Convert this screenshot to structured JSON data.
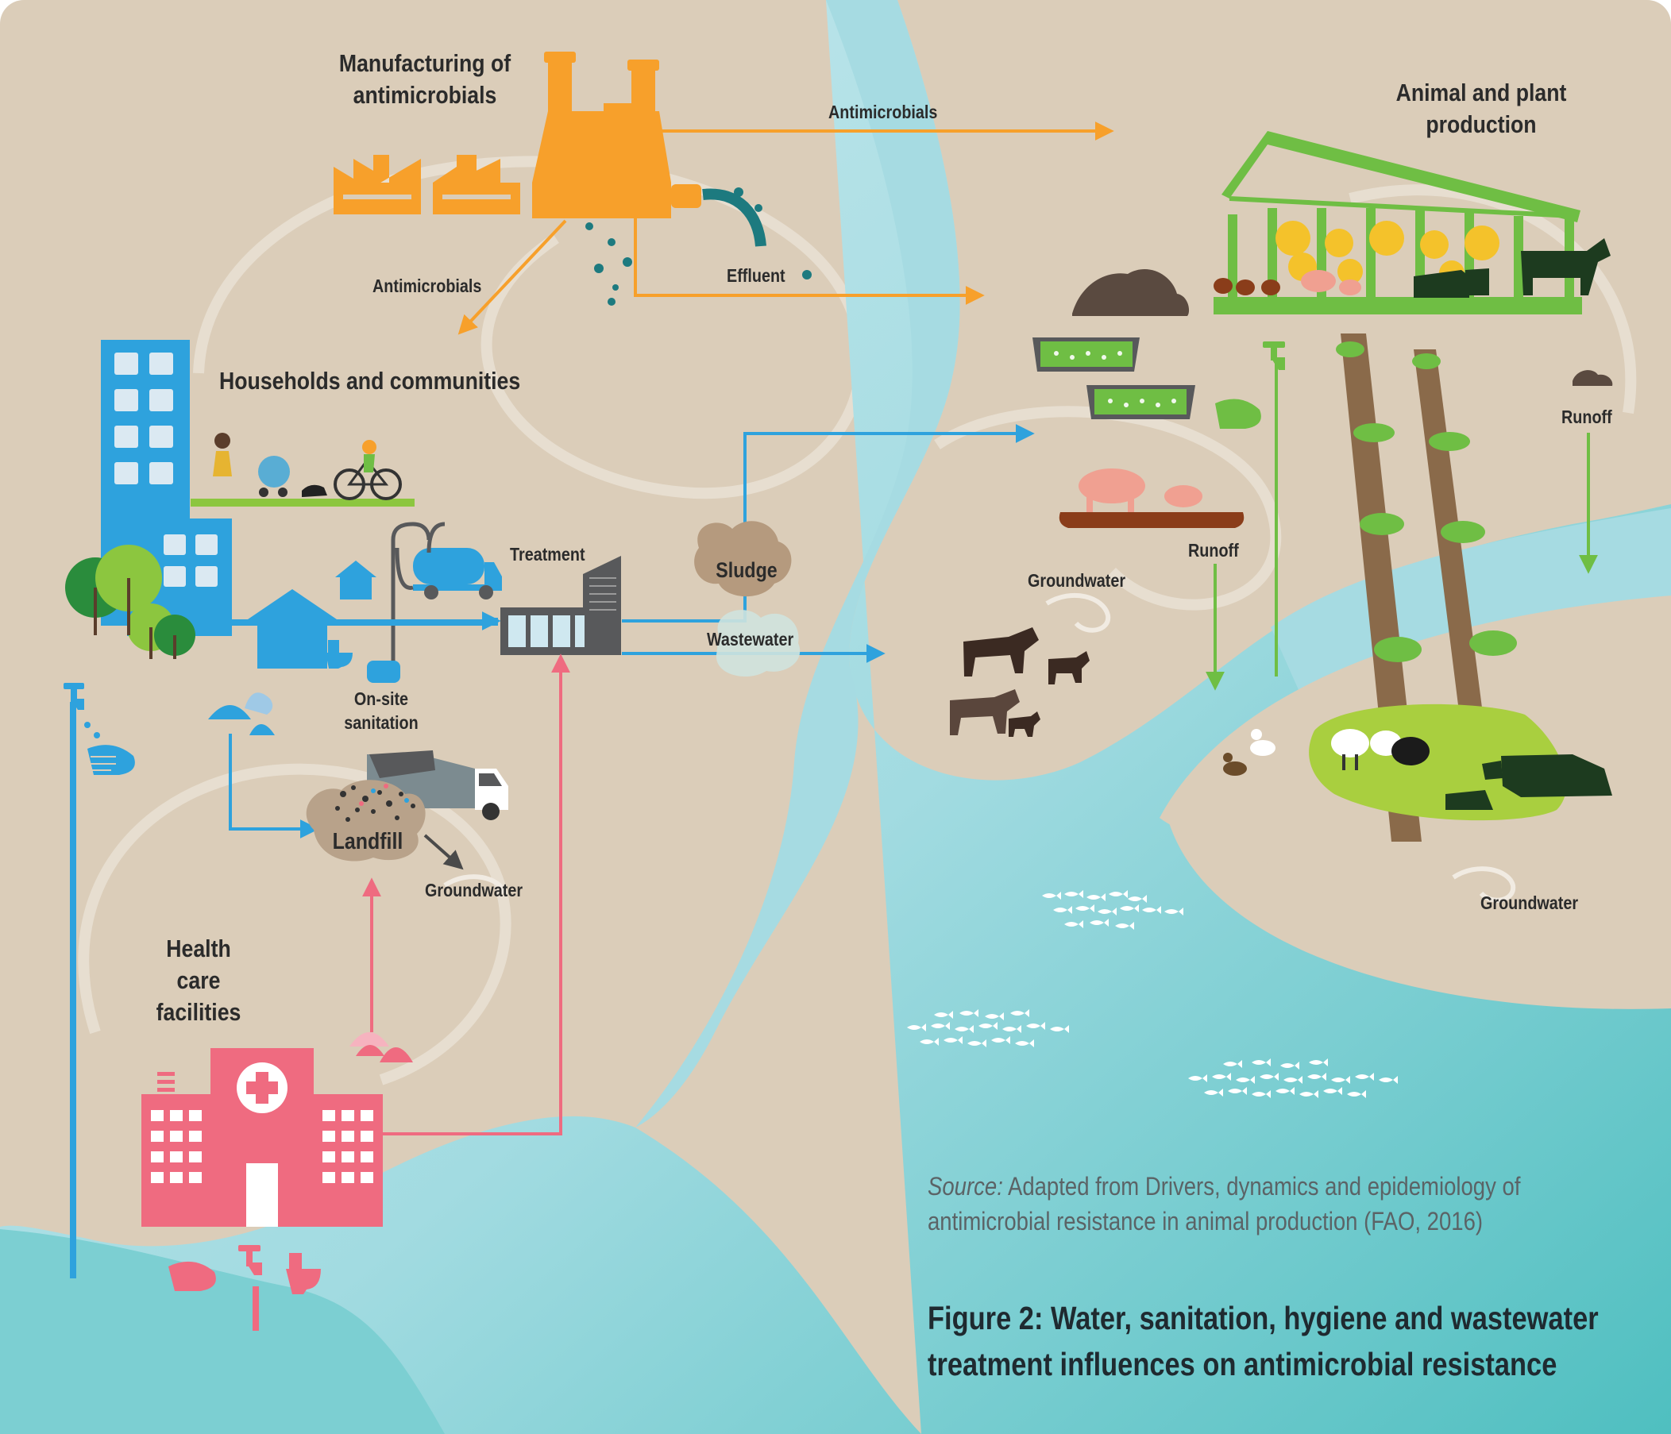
{
  "figure": {
    "caption_line1": "Figure 2: Water, sanitation, hygiene and wastewater",
    "caption_line2": "treatment influences on antimicrobial resistance",
    "source_prefix": "Source:",
    "source_line1": "Adapted from Drivers, dynamics and epidemiology of",
    "source_line2": "antimicrobial resistance in animal production (FAO, 2016)"
  },
  "nodes": {
    "manufacturing": {
      "line1": "Manufacturing of",
      "line2": "antimicrobials"
    },
    "households": {
      "label": "Households and communities"
    },
    "health": {
      "line1": "Health",
      "line2": "care",
      "line3": "facilities"
    },
    "animal": {
      "line1": "Animal and plant",
      "line2": "production"
    },
    "treatment": {
      "label": "Treatment"
    },
    "onsite": {
      "line1": "On-site",
      "line2": "sanitation"
    },
    "landfill": {
      "label": "Landfill"
    },
    "sludge": {
      "label": "Sludge"
    }
  },
  "flows": {
    "antimicrobials_right": "Antimicrobials",
    "antimicrobials_down": "Antimicrobials",
    "effluent": "Effluent",
    "wastewater": "Wastewater",
    "groundwater_landfill": "Groundwater",
    "groundwater_farm": "Groundwater",
    "groundwater_field": "Groundwater",
    "runoff_center": "Runoff",
    "runoff_right": "Runoff"
  },
  "colors": {
    "land": "#dbcdb9",
    "water": "#a6dbe2",
    "water_deep": "#5ec2c3",
    "manufacturing": "#f7a02b",
    "households": "#2ea2dd",
    "health": "#ef6b80",
    "animal": "#6fbe44",
    "treatment": "#58595b",
    "sludge": "#b59a7e",
    "trunk": "#8a6a4a"
  },
  "icons": [
    "factory-icon",
    "building-icon",
    "house-icon",
    "tanker-truck-icon",
    "toilet-icon",
    "tap-icon",
    "handwash-icon",
    "garbage-truck-icon",
    "waste-bag-icon",
    "hospital-icon",
    "greenhouse-icon",
    "fish-pond-icon",
    "pig-icon",
    "goat-icon",
    "cow-icon",
    "sheep-icon",
    "duck-icon",
    "chicken-icon",
    "tree-icon",
    "fish-school-icon",
    "manure-icon"
  ]
}
